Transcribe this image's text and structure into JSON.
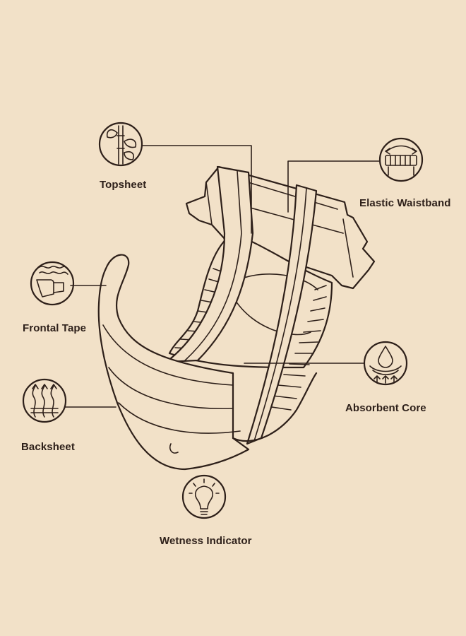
{
  "background_color": "#F2E1C8",
  "line_color": "#2E201A",
  "callouts": {
    "topsheet": {
      "label": "Topsheet",
      "icon": "bamboo-icon"
    },
    "elastic_waistband": {
      "label": "Elastic Waistband",
      "icon": "waistband-stretch-icon"
    },
    "frontal_tape": {
      "label": "Frontal Tape",
      "icon": "frontal-tape-icon"
    },
    "backsheet": {
      "label": "Backsheet",
      "icon": "breathable-airflow-icon"
    },
    "absorbent_core": {
      "label": "Absorbent Core",
      "icon": "droplet-absorb-icon"
    },
    "wetness_indicator": {
      "label": "Wetness Indicator",
      "icon": "lightbulb-icon"
    }
  }
}
